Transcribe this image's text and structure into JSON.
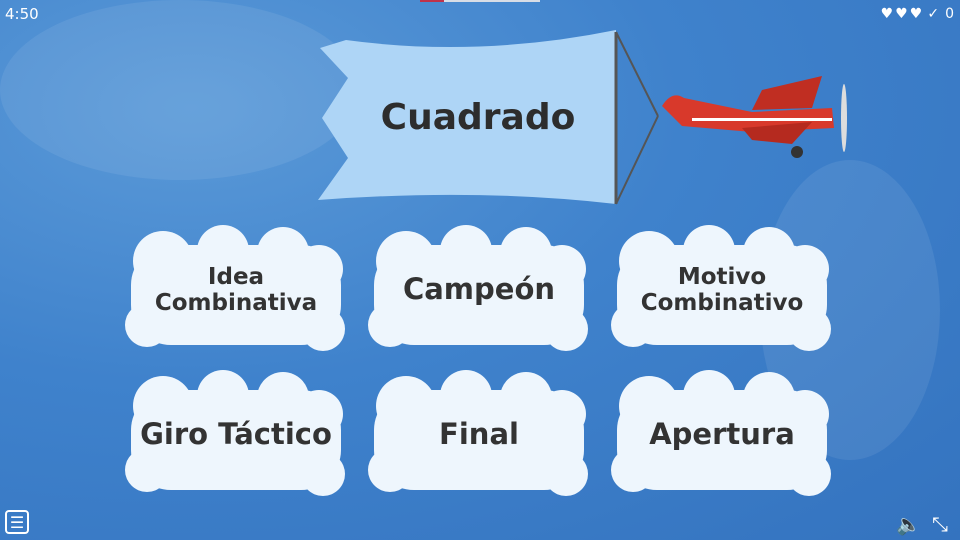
{
  "timer": "4:50",
  "progress_fraction": 0.2,
  "lives": [
    "♥",
    "♥",
    "♥"
  ],
  "score_icon": "✓",
  "score": "0",
  "prompt": "Cuadrado",
  "answers": [
    {
      "line1": "Idea",
      "line2": "Combinativa"
    },
    {
      "line1": "Campeón"
    },
    {
      "line1": "Motivo",
      "line2": "Combinativo"
    },
    {
      "line1": "Giro Táctico"
    },
    {
      "line1": "Final"
    },
    {
      "line1": "Apertura"
    }
  ],
  "icons": {
    "menu": "☰",
    "sound": "🔈",
    "fullscreen_exit": "⤡"
  },
  "colors": {
    "bg": "#3f82cc",
    "banner": "#aed5f6",
    "plane": "#d8392b"
  }
}
